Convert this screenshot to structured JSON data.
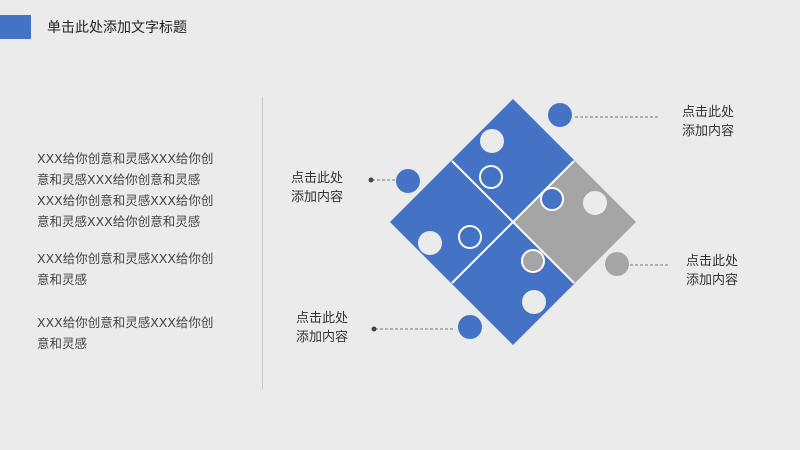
{
  "header": {
    "title": "单击此处添加文字标题",
    "accent_color": "#4472c4"
  },
  "left_text": [
    {
      "lines": [
        "XXX给你创意和灵感XXX给你创",
        "意和灵感XXX给你创意和灵感",
        "XXX给你创意和灵感XXX给你创",
        "意和灵感XXX给你创意和灵感"
      ]
    },
    {
      "lines": [
        "XXX给你创意和灵感XXX给你创",
        "意和灵感"
      ]
    },
    {
      "lines": [
        "XXX给你创意和灵感XXX给你创",
        "意和灵感"
      ]
    }
  ],
  "callouts": [
    {
      "line1": "点击此处",
      "line2": "添加内容"
    },
    {
      "line1": "点击此处",
      "line2": "添加内容"
    },
    {
      "line1": "点击此处",
      "line2": "添加内容"
    },
    {
      "line1": "点击此处",
      "line2": "添加内容"
    }
  ],
  "colors": {
    "blue": "#4472c4",
    "gray": "#a5a5a5"
  }
}
